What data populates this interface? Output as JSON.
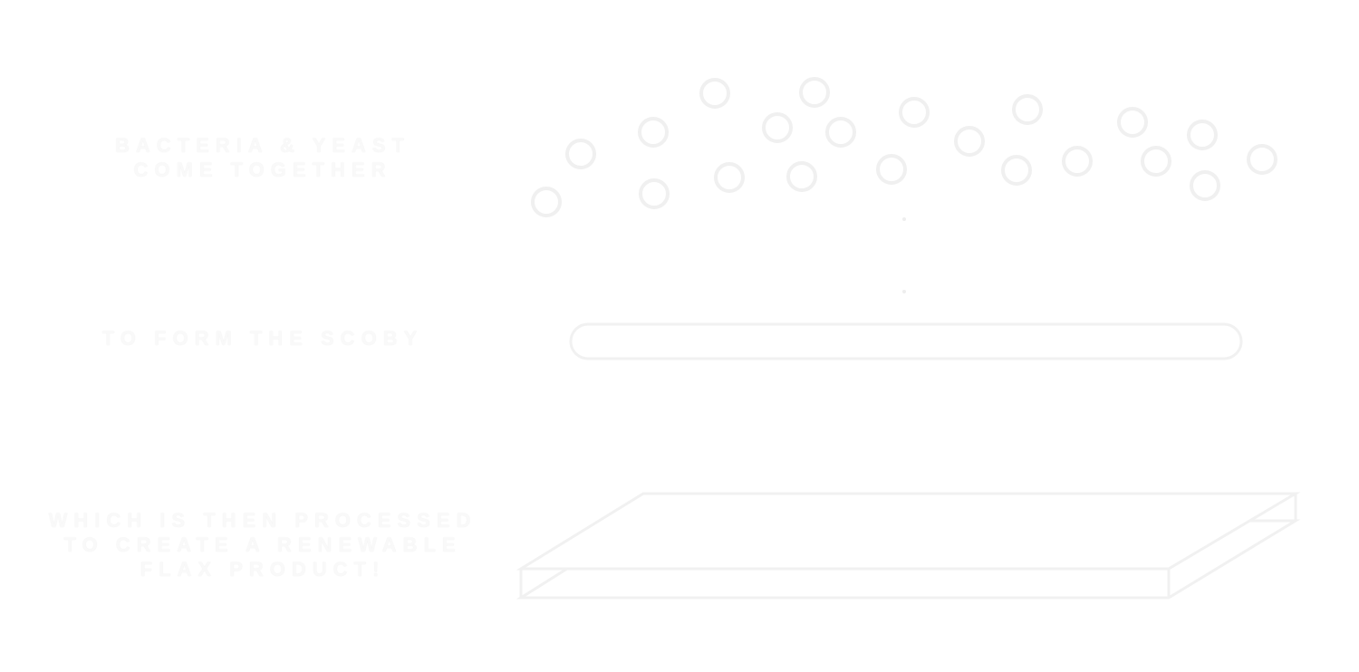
{
  "steps": [
    {
      "lines": [
        "BACTERIA & YEAST",
        "COME TOGETHER"
      ]
    },
    {
      "lines": [
        "TO FORM THE SCOBY"
      ]
    },
    {
      "lines": [
        "WHICH IS THEN PROCESSED",
        "TO CREATE A RENEWABLE",
        "FLAX PRODUCT!"
      ]
    }
  ],
  "icons": {
    "cells": "microbe-cells-icon",
    "film": "scoby-film-icon",
    "sheet": "flax-sheet-icon"
  },
  "colors": {
    "background": "#ffffff",
    "text": "#f9f9f9",
    "stroke": "#f0f0f0"
  }
}
